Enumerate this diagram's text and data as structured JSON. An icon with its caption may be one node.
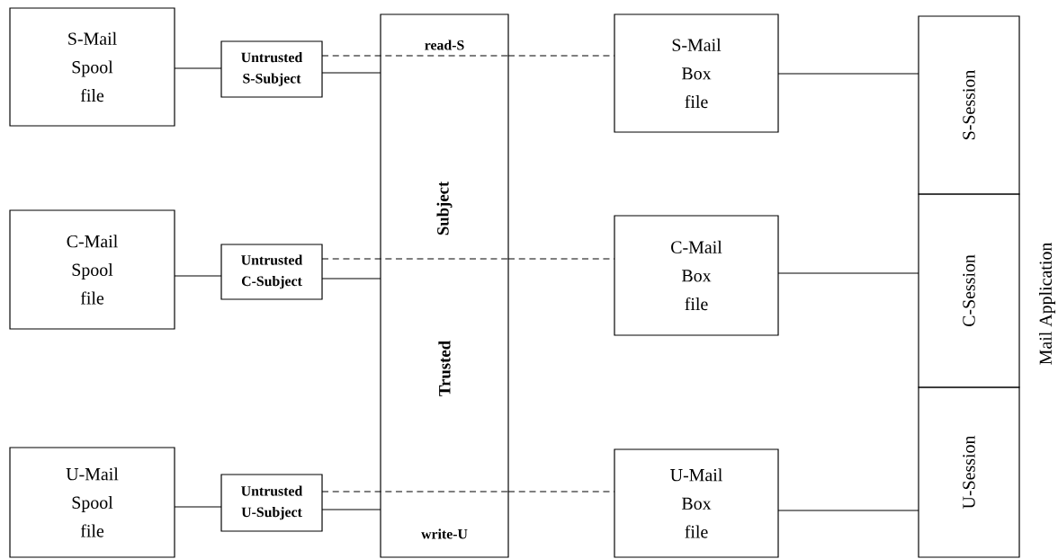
{
  "diagram": {
    "nodes": [
      {
        "text": [
          "S-Mail Spool file"
        ]
      },
      {
        "text": [
          "Untrusted S-Subject"
        ]
      },
      {
        "text": [
          "Trusted",
          "Subject"
        ]
      },
      {
        "text": [
          "S-Mail Box file"
        ]
      },
      {
        "text": [
          "S-Session"
        ]
      },
      {
        "text": [
          "C-Mail Spool file"
        ]
      },
      {
        "text": [
          "Untrusted C-Subject"
        ]
      },
      {
        "text": [
          "C-Mail Box file"
        ]
      },
      {
        "text": [
          "C-Session"
        ]
      },
      {
        "text": [
          "U-Mail Spool file"
        ]
      },
      {
        "text": [
          "Untrusted U-Subject"
        ]
      },
      {
        "text": [
          "U-Mail Box file"
        ]
      },
      {
        "text": [
          "U-Session"
        ]
      }
    ],
    "edges": [
      {
        "from": 0,
        "to": 1,
        "arrow": "none"
      },
      {
        "from": 1,
        "to": 2,
        "arrow": "none"
      },
      {
        "from": 1,
        "to": 2,
        "arrow": "none",
        "style": "dashed",
        "label": "read-S"
      },
      {
        "from": 2,
        "to": 3,
        "arrow": "none",
        "style": "dashed"
      },
      {
        "from": 3,
        "to": 4,
        "arrow": "none"
      },
      {
        "from": 5,
        "to": 6,
        "arrow": "none"
      },
      {
        "from": 6,
        "to": 2,
        "arrow": "none"
      },
      {
        "from": 6,
        "to": 2,
        "arrow": "none",
        "style": "dashed"
      },
      {
        "from": 2,
        "to": 7,
        "arrow": "none",
        "style": "dashed"
      },
      {
        "from": 7,
        "to": 8,
        "arrow": "none"
      },
      {
        "from": 9,
        "to": 10,
        "arrow": "none"
      },
      {
        "from": 10,
        "to": 2,
        "arrow": "none"
      },
      {
        "from": 10,
        "to": 2,
        "arrow": "none",
        "style": "dashed",
        "label": "write-U"
      },
      {
        "from": 2,
        "to": 11,
        "arrow": "none",
        "style": "dashed"
      },
      {
        "from": 11,
        "to": 12,
        "arrow": "none"
      }
    ],
    "labels": [
      "Mail Application"
    ]
  }
}
